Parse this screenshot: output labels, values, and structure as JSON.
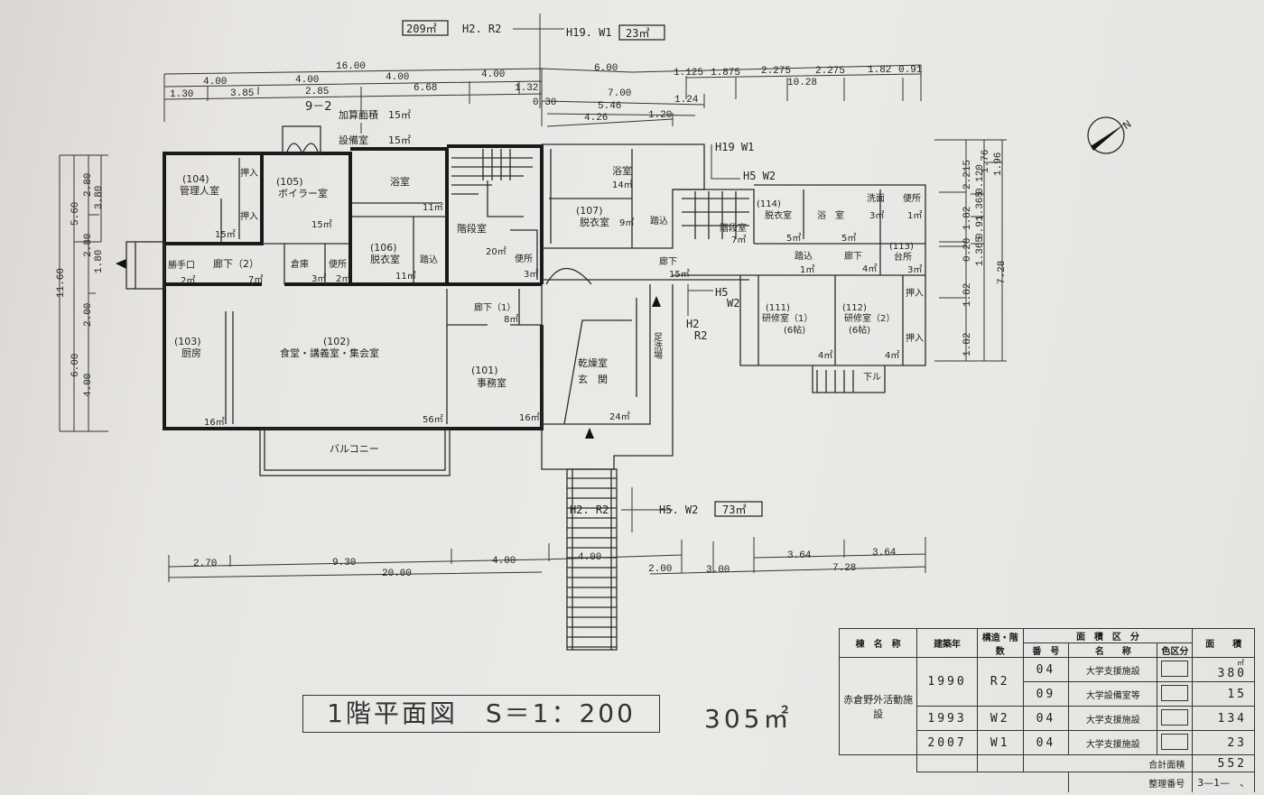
{
  "top_annotations": {
    "area_box_left": "209㎡",
    "label_left": "H2. R2",
    "label_right": "H19. W1",
    "area_box_right": "23㎡",
    "section_id": "9－2",
    "added_area": "加算面積　15㎡",
    "equipment_room": "設備室　　15㎡"
  },
  "dims": {
    "top": [
      "16.00",
      "6.00",
      "10.28",
      "4.00",
      "4.00",
      "4.00",
      "4.00",
      "1.125",
      "1.875",
      "2.275",
      "2.275",
      "1.82",
      "0.91",
      "1.30",
      "3.85",
      "2.85",
      "6.68",
      "1.32",
      "7.00",
      "1.24",
      "0.30",
      "5.46",
      "4.26",
      "1.20"
    ],
    "left": [
      "11.60",
      "5.60",
      "6.00",
      "2.80",
      "2.80",
      "2.00",
      "4.00",
      "3.80",
      "1.80"
    ],
    "right": [
      "2.215",
      "1.82",
      "0.20",
      "1.82",
      "1.82",
      "1.76",
      "0.120",
      "1.365",
      "0.91",
      "1.365",
      "1.96",
      "7.28"
    ],
    "bottom": [
      "2.70",
      "9.30",
      "4.00",
      "4.00",
      "20.00",
      "2.00",
      "3.00",
      "3.64",
      "3.64",
      "7.28"
    ]
  },
  "bottom_annotations": {
    "label_left": "H2. R2",
    "label_right": "H5. W2",
    "area_box": "73㎡"
  },
  "east_annotations": {
    "h19w1": "H19 W1",
    "h5w2_top": "H5 W2",
    "h5": "H5",
    "w2": "W2",
    "h2": "H2",
    "r2": "R2"
  },
  "rooms": {
    "r104": {
      "no": "(104)",
      "name": "管理人室",
      "area": "15㎡"
    },
    "closet": "押入",
    "r105": {
      "no": "(105)",
      "name": "ボイラー室",
      "area": "15㎡"
    },
    "bath_w": {
      "name": "浴室",
      "area": "11㎡"
    },
    "r106": {
      "no": "(106)",
      "name": "脱衣室",
      "area": "11㎡"
    },
    "entry_step": "踏込",
    "stair": {
      "name": "階段室",
      "area": "20㎡"
    },
    "wc_stair": {
      "name": "便所",
      "area": "3㎡"
    },
    "back_door": {
      "name": "勝手口",
      "area": "2㎡"
    },
    "corridor2": {
      "name": "廊下（2）",
      "area": "7㎡"
    },
    "storage": {
      "name": "倉庫",
      "area": "3㎡"
    },
    "wc_small": {
      "name": "便所",
      "area": "2㎡"
    },
    "bath_c": {
      "name": "浴室",
      "area": "14㎡"
    },
    "r107": {
      "no": "(107)",
      "name": "脱衣室",
      "area": "9㎡"
    },
    "entry_step_c": "踏込",
    "corridor_c": {
      "name": "廊下",
      "area": "15㎡"
    },
    "stair_e": {
      "name": "階段室",
      "area": "7㎡"
    },
    "r114": {
      "no": "(114)",
      "name": "脱衣室",
      "area": "5㎡"
    },
    "bath_e": {
      "name": "浴　室",
      "area": "5㎡"
    },
    "washroom": {
      "name": "洗面",
      "area": "3㎡"
    },
    "wc_e": {
      "name": "便所",
      "area": "1㎡"
    },
    "r113": {
      "no": "(113)",
      "name": "台所",
      "area": "3㎡"
    },
    "entry_step_e": {
      "name": "踏込",
      "area": "1㎡"
    },
    "corridor_e": {
      "name": "廊下",
      "area": "4㎡"
    },
    "r111": {
      "no": "(111)",
      "name": "研修室（1）",
      "sub": "(6帖)"
    },
    "r112": {
      "no": "(112)",
      "name": "研修室（2）",
      "sub": "(6帖)"
    },
    "area_4a": "4㎡",
    "area_4b": "4㎡",
    "down": "下ル",
    "corridor1": {
      "name": "廊下（1）",
      "area": "8㎡"
    },
    "r102": {
      "no": "(102)",
      "name": "食堂・講義室・集会室",
      "area": "56㎡"
    },
    "r103": {
      "no": "(103)",
      "name": "厨房",
      "area": "16㎡"
    },
    "r101": {
      "no": "(101)",
      "name": "事務室",
      "area": "16㎡"
    },
    "entrance": {
      "name1": "乾燥室",
      "name2": "玄　関",
      "area": "24㎡"
    },
    "foot_wash": "足洗場",
    "balcony": "バルコニー"
  },
  "title_block": {
    "title": "1階平面図　S＝1：200",
    "total_area": "305㎡"
  },
  "table": {
    "headers": {
      "building": "棟　名　称",
      "year": "建築年",
      "structure": "構造・階数",
      "area_class": "面　積　区　分",
      "number": "番　号",
      "name": "名　　称",
      "color": "色区分",
      "area": "面　　積",
      "unit": "㎡"
    },
    "building_name": "赤倉野外活動施設",
    "rows": [
      {
        "year": "1990",
        "structure": "R2",
        "number": "04",
        "name": "大学支援施設",
        "area": "380"
      },
      {
        "number": "09",
        "name": "大学設備室等",
        "area": "15"
      },
      {
        "year": "1993",
        "structure": "W2",
        "number": "04",
        "name": "大学支援施設",
        "area": "134"
      },
      {
        "year": "2007",
        "structure": "W1",
        "number": "04",
        "name": "大学支援施設",
        "area": "23"
      }
    ],
    "total_label": "合計面積",
    "total": "552",
    "ref_label": "整理番号",
    "ref_value": "3—1—　、"
  }
}
